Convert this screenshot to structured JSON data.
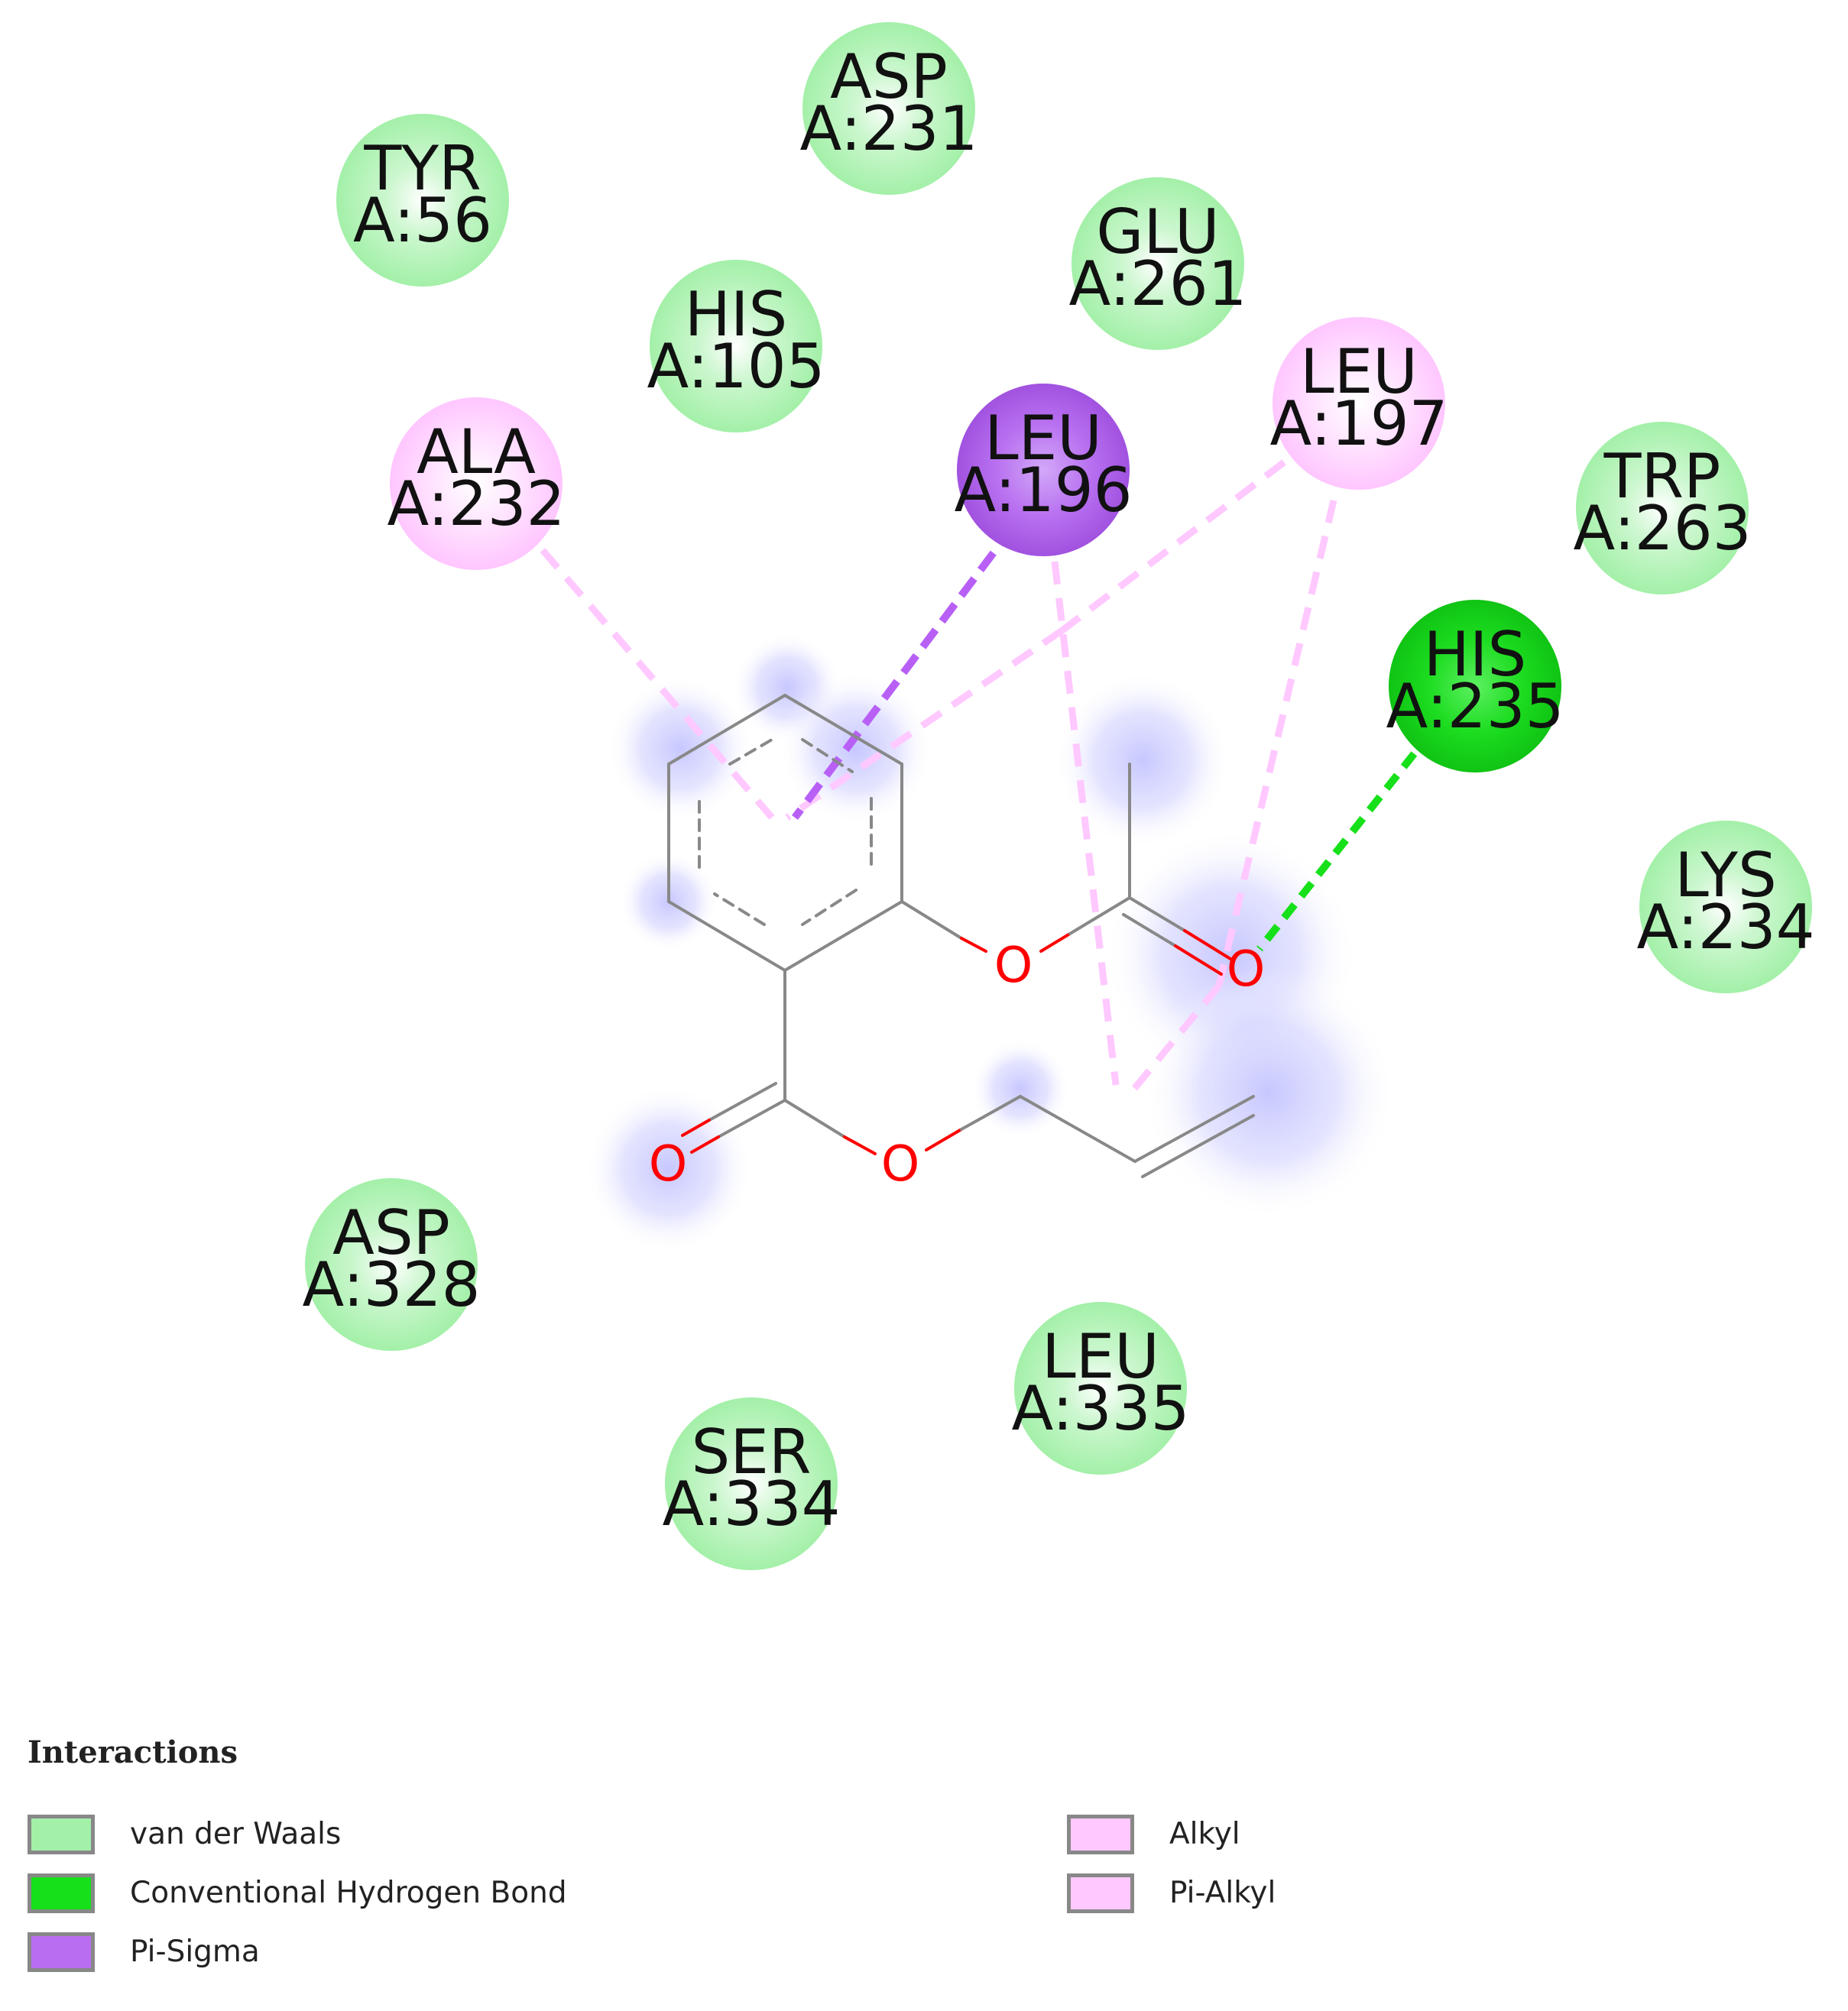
{
  "colors": {
    "van_der_waals": "#a3f0a8",
    "conventional_hydrogen_bond": "#16e01a",
    "pi_sigma": "#b96ef2",
    "alkyl": "#ffc8ff",
    "pi_alkyl": "#ffc8ff",
    "bond": "#888888",
    "oxygen": "#ff0000",
    "halo": "#c8c8ff"
  },
  "residues": [
    {
      "id": "tyr56",
      "name": "TYR",
      "pos": "A:56",
      "type": "van_der_waals"
    },
    {
      "id": "asp231",
      "name": "ASP",
      "pos": "A:231",
      "type": "van_der_waals"
    },
    {
      "id": "glu261",
      "name": "GLU",
      "pos": "A:261",
      "type": "van_der_waals"
    },
    {
      "id": "his105",
      "name": "HIS",
      "pos": "A:105",
      "type": "van_der_waals"
    },
    {
      "id": "leu197",
      "name": "LEU",
      "pos": "A:197",
      "type": "alkyl"
    },
    {
      "id": "ala232",
      "name": "ALA",
      "pos": "A:232",
      "type": "alkyl"
    },
    {
      "id": "leu196",
      "name": "LEU",
      "pos": "A:196",
      "type": "pi_sigma"
    },
    {
      "id": "trp263",
      "name": "TRP",
      "pos": "A:263",
      "type": "van_der_waals"
    },
    {
      "id": "his235",
      "name": "HIS",
      "pos": "A:235",
      "type": "conventional_hydrogen_bond"
    },
    {
      "id": "lys234",
      "name": "LYS",
      "pos": "A:234",
      "type": "van_der_waals"
    },
    {
      "id": "asp328",
      "name": "ASP",
      "pos": "A:328",
      "type": "van_der_waals"
    },
    {
      "id": "leu335",
      "name": "LEU",
      "pos": "A:335",
      "type": "van_der_waals"
    },
    {
      "id": "ser334",
      "name": "SER",
      "pos": "A:334",
      "type": "van_der_waals"
    }
  ],
  "atom_labels": {
    "oxygen": "O"
  },
  "legend": {
    "title": "Interactions",
    "items": [
      {
        "label": "van der Waals",
        "color_key": "van_der_waals"
      },
      {
        "label": "Conventional Hydrogen Bond",
        "color_key": "conventional_hydrogen_bond"
      },
      {
        "label": "Pi-Sigma",
        "color_key": "pi_sigma"
      },
      {
        "label": "Alkyl",
        "color_key": "alkyl"
      },
      {
        "label": "Pi-Alkyl",
        "color_key": "pi_alkyl"
      }
    ]
  }
}
